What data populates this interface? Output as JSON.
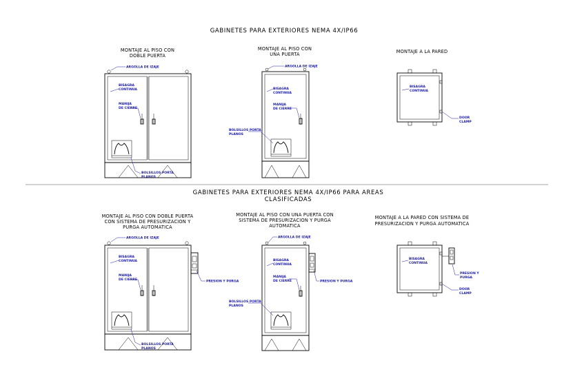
{
  "titles": {
    "main": "GABINETES PARA EXTERIORES NEMA 4X/IP66",
    "second_line1": "GABINETES PARA EXTERIORES NEMA 4X/IP66 PARA AREAS",
    "second_line2": "CLASIFICADAS"
  },
  "top": {
    "double": {
      "line1": "MONTAJE AL PISO CON",
      "line2": "DOBLE PUERTA"
    },
    "single": {
      "line1": "MONTAJE AL PISO CON",
      "line2": "UNA PUERTA"
    },
    "wall": {
      "line1": "MONTAJE A LA PARED"
    }
  },
  "bottom": {
    "double": {
      "line1": "MONTAJE AL PISO CON DOBLE PUERTA",
      "line2": "CON SISTEMA DE PRESURIZACION Y",
      "line3": "PURGA AUTOMATICA"
    },
    "single": {
      "line1": "MONTAJE AL PISO CON UNA PUERTA CON",
      "line2": "SISTEMA DE PRESURIZACION Y PURGA",
      "line3": "AUTOMATICA"
    },
    "wall": {
      "line1": "MONTAJE A LA PARED CON SISTEMA DE",
      "line2": "PRESURIZACION Y PURGA AUTOMATICA"
    }
  },
  "labels": {
    "argolla": "ARGOLLA DE IZAJE",
    "bisagra_1": "BISAGRA",
    "bisagra_2": "CONTINUA",
    "manija_1": "MANIJA",
    "manija_2": "DE CIERRE",
    "bolsillos_1": "BOLSILLOS PORTA",
    "bolsillos_2": "PLANOS",
    "door_1": "DOOR",
    "door_2": "CLAMP",
    "presion": "PRESION Y PURGA",
    "presion_1": "PRESION Y",
    "presion_2": "PURGA"
  },
  "colors": {
    "annotation": "#1a1aa8",
    "line": "#000000",
    "divider": "#8a8a8a"
  }
}
